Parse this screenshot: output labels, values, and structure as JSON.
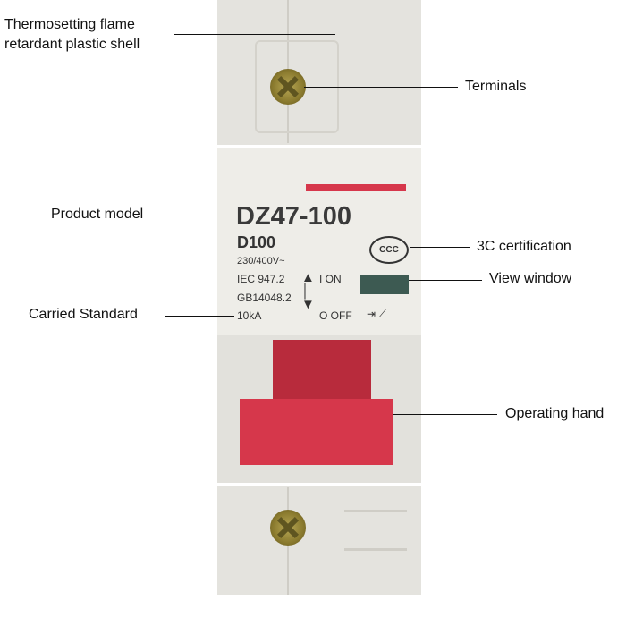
{
  "labels": {
    "shell": [
      "Thermosetting flame",
      "retardant plastic shell"
    ],
    "terminals": "Terminals",
    "product_model": "Product model",
    "certification": "3C certification",
    "view_window": "View window",
    "carried_standard": "Carried Standard",
    "operating_hand": "Operating hand"
  },
  "device": {
    "model": "DZ47-100",
    "rating": "D100",
    "voltage": "230/400V~",
    "standard_1": "IEC 947.2",
    "standard_2": "GB14048.2",
    "breaking_capacity": "10kA",
    "on_label": "I  ON",
    "off_label": "O OFF",
    "cert_mark": "CCC",
    "colors": {
      "red": "#d6374b",
      "body": "#e9e8e3",
      "window": "#3d5a52"
    }
  }
}
